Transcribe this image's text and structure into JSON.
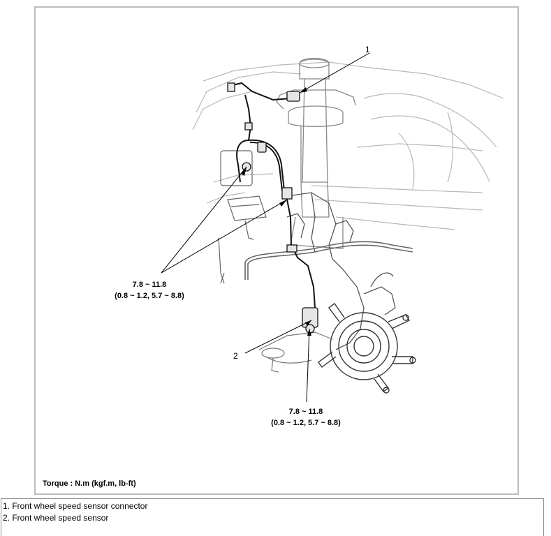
{
  "callouts": {
    "part1_number": "1",
    "part2_number": "2",
    "upper_torque_value": "7.8 ~ 11.8",
    "upper_torque_alt": "(0.8 ~ 1.2, 5.7 ~ 8.8)",
    "lower_torque_value": "7.8 ~ 11.8",
    "lower_torque_alt": "(0.8 ~ 1.2, 5.7 ~ 8.8)"
  },
  "torque_units_note": "Torque : N.m (kgf.m, lb-ft)",
  "legend": [
    {
      "text": "1. Front wheel speed sensor connector"
    },
    {
      "text": "2. Front wheel speed sensor"
    }
  ]
}
